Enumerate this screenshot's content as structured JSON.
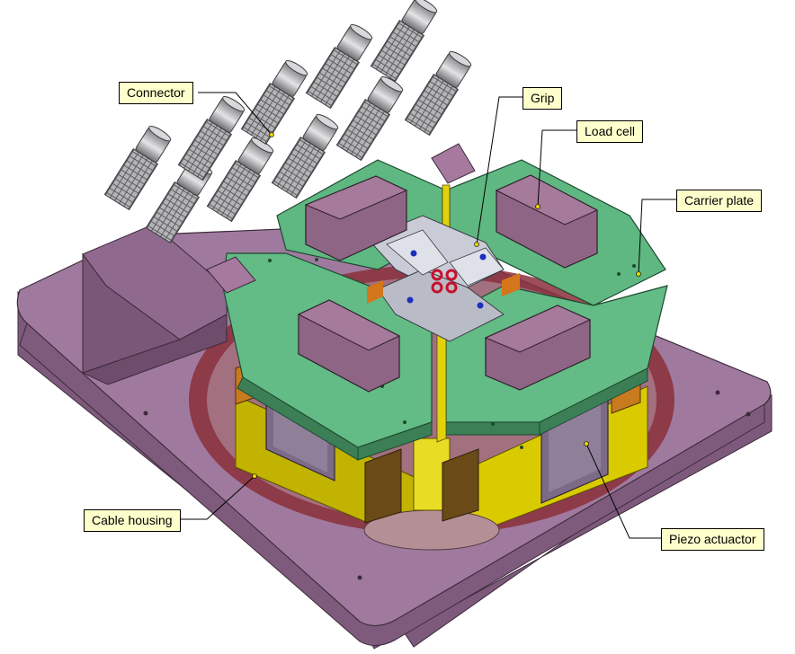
{
  "callouts": {
    "connector": "Connector",
    "grip": "Grip",
    "load_cell": "Load cell",
    "carrier_plate": "Carrier plate",
    "cable_housing": "Cable housing",
    "piezo_actuator": "Piezo actuactor"
  },
  "colors": {
    "housing_purple": "#9b6f99",
    "carrier_green": "#5fb781",
    "loadcell_mauve": "#8f6585",
    "grip_silver": "#c9ccd6",
    "base_yellow": "#e6d400",
    "connector_grey": "#a9a9ab",
    "callout_fill": "#ffffcc"
  }
}
